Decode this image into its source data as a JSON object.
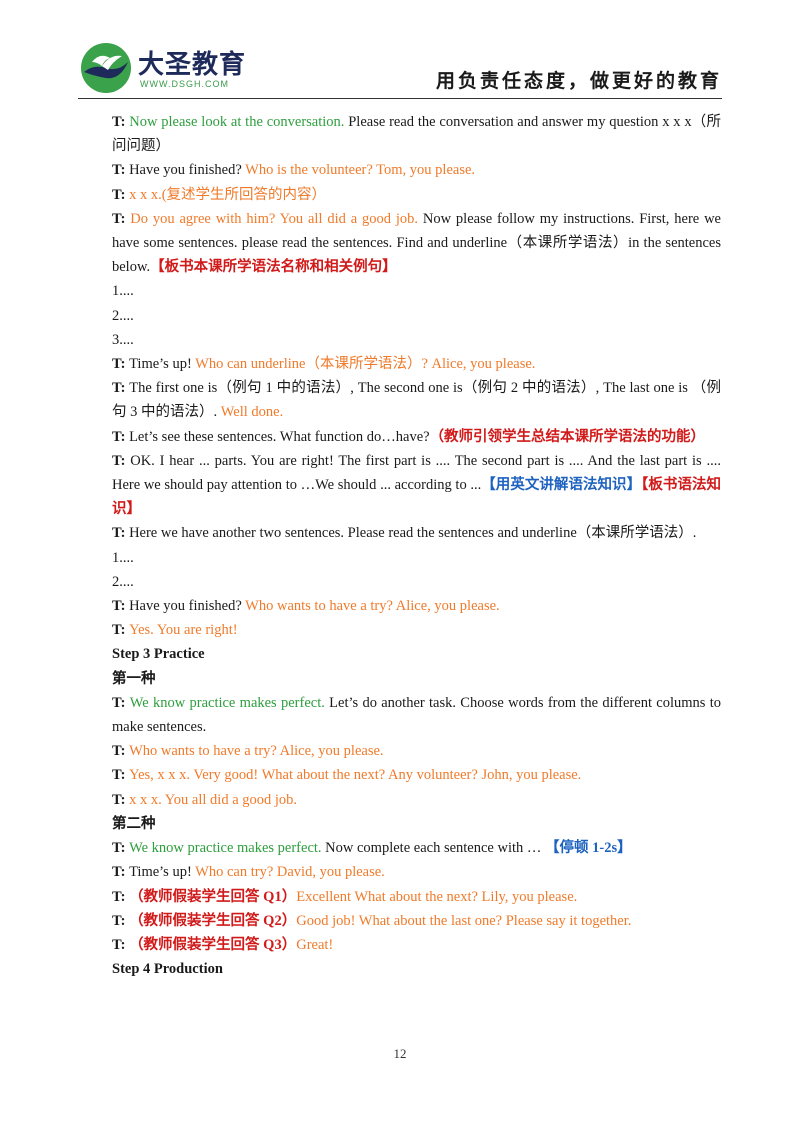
{
  "header": {
    "brand": "大圣教育",
    "url": "WWW.DSGH.COM",
    "slogan": "用负责任态度，做更好的教育",
    "logo_icon": "bird-globe-logo-icon",
    "colors": {
      "brand": "#1e2a5a",
      "url": "#3a9a4a",
      "logo_green": "#3aa24a"
    }
  },
  "text_colors": {
    "green": "#2e9e3e",
    "orange": "#f07a2a",
    "red": "#d11a1a",
    "blue": "#1e62c0"
  },
  "lines": [
    {
      "k": "p",
      "s": [
        {
          "t": "T: ",
          "c": "b"
        },
        {
          "t": "Now please look at the conversation.",
          "c": "g"
        },
        {
          "t": " Please read the conversation and answer my question x x x（所问问题）"
        }
      ]
    },
    {
      "k": "i",
      "s": [
        {
          "t": "T: ",
          "c": "b"
        },
        {
          "t": "Have you finished? "
        },
        {
          "t": "Who is the volunteer? Tom, you please.",
          "c": "o"
        }
      ]
    },
    {
      "k": "i",
      "s": [
        {
          "t": "T: ",
          "c": "b"
        },
        {
          "t": "x x x.(复述学生所回答的内容）",
          "c": "o"
        }
      ]
    },
    {
      "k": "p",
      "s": [
        {
          "t": "T: ",
          "c": "b"
        },
        {
          "t": "Do you agree with him? You all did a good job.",
          "c": "o"
        },
        {
          "t": " Now please follow my instructions. First, here we have some sentences. please read the sentences. Find and underline（本课所学语法）in the sentences below."
        },
        {
          "t": "【板书本课所学语法名称和相关例句】",
          "c": "r"
        }
      ]
    },
    {
      "k": "i",
      "s": [
        {
          "t": "1...."
        }
      ]
    },
    {
      "k": "i",
      "s": [
        {
          "t": "2...."
        }
      ]
    },
    {
      "k": "i",
      "s": [
        {
          "t": "3...."
        }
      ]
    },
    {
      "k": "i",
      "s": [
        {
          "t": "T: ",
          "c": "b"
        },
        {
          "t": "Time’s up! "
        },
        {
          "t": "Who can underline（本课所学语法）? Alice, you please.",
          "c": "o"
        }
      ]
    },
    {
      "k": "p",
      "s": [
        {
          "t": "T: ",
          "c": "b"
        },
        {
          "t": "The first one is（例句 1 中的语法）, The second one is（例句 2 中的语法）, The last one is （例句 3 中的语法）."
        },
        {
          "t": " Well done.",
          "c": "o"
        }
      ]
    },
    {
      "k": "p",
      "s": [
        {
          "t": "T: ",
          "c": "b"
        },
        {
          "t": "Let’s see these sentences. What function do…have?"
        },
        {
          "t": "（教师引领学生总结本课所学语法的功能）",
          "c": "r"
        }
      ]
    },
    {
      "k": "p",
      "s": [
        {
          "t": "T: ",
          "c": "b"
        },
        {
          "t": "OK. I hear ... parts. You are right! The first part is .... The second part is .... And the last part is .... Here we should pay attention to …We should ... according to ..."
        },
        {
          "t": "【用英文讲解语法知识】",
          "c": "bl"
        },
        {
          "t": "【板书语法知识】",
          "c": "r"
        }
      ]
    },
    {
      "k": "p",
      "s": [
        {
          "t": "T: ",
          "c": "b"
        },
        {
          "t": "Here we have another two sentences. Please read the sentences and underline（本课所学语法）."
        }
      ]
    },
    {
      "k": "i",
      "s": [
        {
          "t": "1...."
        }
      ]
    },
    {
      "k": "i",
      "s": [
        {
          "t": "2...."
        }
      ]
    },
    {
      "k": "i",
      "s": [
        {
          "t": "T: ",
          "c": "b"
        },
        {
          "t": "Have you finished? "
        },
        {
          "t": "Who wants to have a try? Alice, you please.",
          "c": "o"
        }
      ]
    },
    {
      "k": "i",
      "s": [
        {
          "t": "T: ",
          "c": "b"
        },
        {
          "t": "Yes. You are right!",
          "c": "o"
        }
      ]
    },
    {
      "k": "i",
      "s": [
        {
          "t": "Step 3 Practice",
          "c": "b"
        }
      ]
    },
    {
      "k": "i",
      "s": [
        {
          "t": "第一种",
          "c": "b"
        }
      ]
    },
    {
      "k": "p",
      "s": [
        {
          "t": "T: ",
          "c": "b"
        },
        {
          "t": "We know practice makes perfect.",
          "c": "g"
        },
        {
          "t": " Let’s do another task. Choose words from the different columns to make sentences."
        }
      ]
    },
    {
      "k": "i",
      "s": [
        {
          "t": "T: ",
          "c": "b"
        },
        {
          "t": "Who wants to have a try? Alice, you please.",
          "c": "o"
        }
      ]
    },
    {
      "k": "i",
      "s": [
        {
          "t": "T: ",
          "c": "b"
        },
        {
          "t": "Yes, x x x. Very good! What about the next? Any volunteer? John, you please.",
          "c": "o"
        }
      ]
    },
    {
      "k": "i",
      "s": [
        {
          "t": "T: ",
          "c": "b"
        },
        {
          "t": "x x x. You all did a good job.",
          "c": "o"
        }
      ]
    },
    {
      "k": "i",
      "s": [
        {
          "t": "第二种",
          "c": "b"
        }
      ]
    },
    {
      "k": "i",
      "s": [
        {
          "t": "T: ",
          "c": "b"
        },
        {
          "t": "We know practice makes perfect.",
          "c": "g"
        },
        {
          "t": " Now complete each sentence with … "
        },
        {
          "t": "【停顿 1-2s】",
          "c": "bl"
        }
      ]
    },
    {
      "k": "i",
      "s": [
        {
          "t": "T: ",
          "c": "b"
        },
        {
          "t": "Time’s up! "
        },
        {
          "t": "Who can try? David, you please.",
          "c": "o"
        }
      ]
    },
    {
      "k": "i",
      "s": [
        {
          "t": "T: ",
          "c": "b"
        },
        {
          "t": "（教师假装学生回答  Q1）",
          "c": "r"
        },
        {
          "t": "Excellent What about the next? Lily, you please.",
          "c": "o"
        }
      ]
    },
    {
      "k": "i",
      "s": [
        {
          "t": "T: ",
          "c": "b"
        },
        {
          "t": "（教师假装学生回答  Q2）",
          "c": "r"
        },
        {
          "t": "Good job! What about the last one? Please say it together.",
          "c": "o"
        }
      ]
    },
    {
      "k": "i",
      "s": [
        {
          "t": "T: ",
          "c": "b"
        },
        {
          "t": "（教师假装学生回答  Q3）",
          "c": "r"
        },
        {
          "t": "Great!",
          "c": "o"
        }
      ]
    },
    {
      "k": "i",
      "s": [
        {
          "t": "Step 4 Production",
          "c": "b"
        }
      ]
    }
  ],
  "page_number": "12"
}
